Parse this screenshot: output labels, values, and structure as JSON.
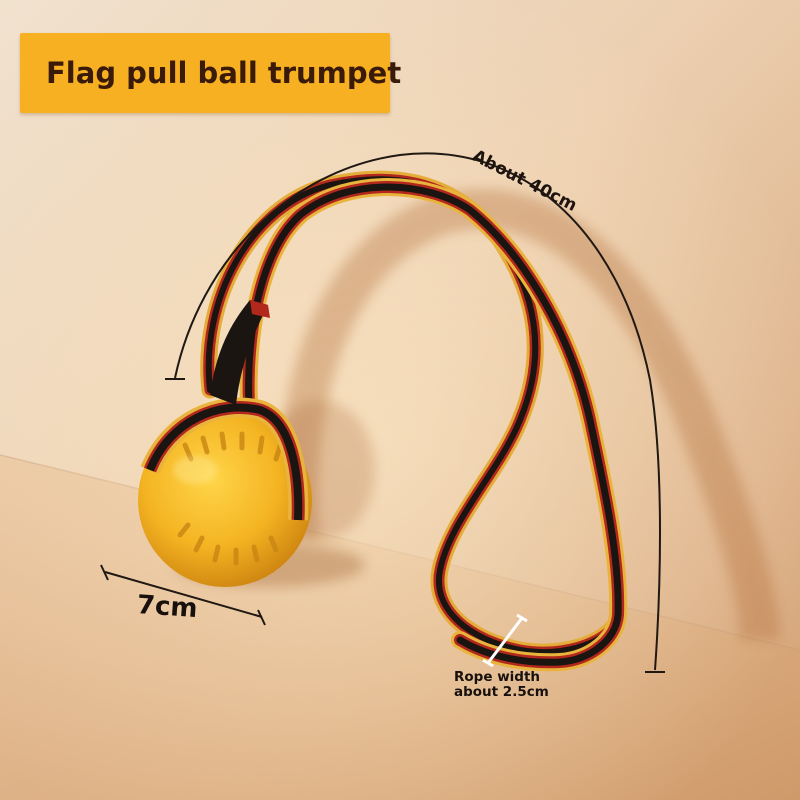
{
  "title": "Flag pull ball trumpet",
  "labels": {
    "length": "About 40cm",
    "ball_size": "7cm",
    "rope_width": "Rope width about 2.5cm"
  },
  "colors": {
    "banner": "#f7b021",
    "title_text": "#3a1a08",
    "ball": "#f2b320",
    "rope_black": "#1b1512",
    "rope_red": "#b3281c",
    "rope_yellow": "#e9b43c",
    "background_light": "#f0d9bd",
    "background_warm": "#d8a675"
  }
}
